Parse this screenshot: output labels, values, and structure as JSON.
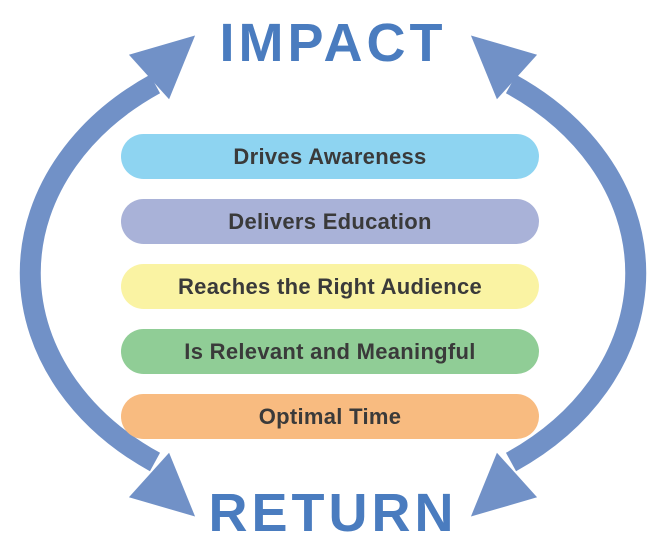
{
  "titles": {
    "top": "IMPACT",
    "bottom": "RETURN"
  },
  "bars": [
    {
      "label": "Drives Awareness",
      "color": "#8ED4F1"
    },
    {
      "label": "Delivers Education",
      "color": "#A9B2D8"
    },
    {
      "label": "Reaches the Right Audience",
      "color": "#FAF3A3"
    },
    {
      "label": "Is Relevant and Meaningful",
      "color": "#90CD96"
    },
    {
      "label": "Optimal Time",
      "color": "#F8BB80"
    }
  ],
  "colors": {
    "arrow": "#7191C7",
    "title": "#4A7CBF",
    "bar_text": "#3A3A3A",
    "background": "#FFFFFF"
  }
}
